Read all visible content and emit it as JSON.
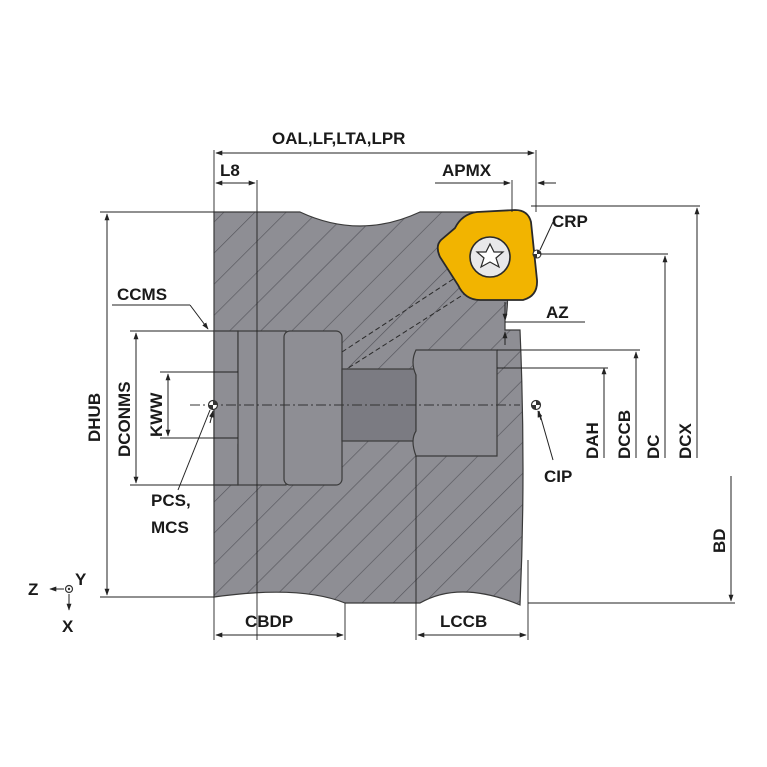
{
  "labels": {
    "oal": "OAL,LF,LTA,LPR",
    "l8": "L8",
    "apmx": "APMX",
    "crp": "CRP",
    "ccms": "CCMS",
    "az": "AZ",
    "dhub": "DHUB",
    "dconms": "DCONMS",
    "kww": "KWW",
    "dah": "DAH",
    "dccb": "DCCB",
    "dc": "DC",
    "dcx": "DCX",
    "cip": "CIP",
    "pcs": "PCS,",
    "mcs": "MCS",
    "bd": "BD",
    "cbdp": "CBDP",
    "lccb": "LCCB",
    "axis_z": "Z",
    "axis_y": "Y",
    "axis_x": "X"
  },
  "colors": {
    "body": "#8e8e94",
    "hatch_line": "#55555c",
    "insert": "#f2b400",
    "screw": "#e8e8ea"
  },
  "icons": {
    "insert": "trigon-insert-icon",
    "screw": "torx-screw-icon",
    "coordinate_origin": "axis-origin-icon"
  }
}
